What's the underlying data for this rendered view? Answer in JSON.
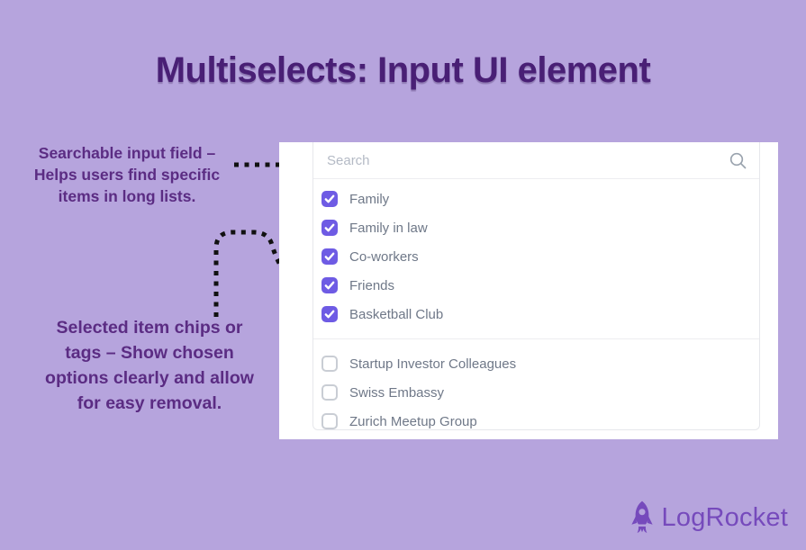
{
  "title": "Multiselects: Input UI element",
  "annotations": {
    "search_note": "Searchable input field –\nHelps users find specific\nitems in long lists.",
    "chips_note": "Selected item chips or\ntags – Show chosen\noptions clearly and allow\nfor easy removal."
  },
  "multiselect": {
    "search": {
      "placeholder": "Search",
      "icon": "magnifier-icon"
    },
    "options": [
      {
        "label": "Family",
        "checked": true
      },
      {
        "label": "Family in law",
        "checked": true
      },
      {
        "label": "Co-workers",
        "checked": true
      },
      {
        "label": "Friends",
        "checked": true
      },
      {
        "label": "Basketball Club",
        "checked": true
      },
      {
        "label": "Startup Investor Colleagues",
        "checked": false
      },
      {
        "label": "Swiss Embassy",
        "checked": false
      },
      {
        "label": "Zurich Meetup Group",
        "checked": false
      }
    ]
  },
  "footer": {
    "brand": "LogRocket",
    "icon": "rocket-icon"
  },
  "colors": {
    "background": "#b6a4dd",
    "title_text": "#491f75",
    "annotation_text": "#5b2c83",
    "checkbox_checked": "#6e5be4",
    "option_text": "#6f7888",
    "brand_purple": "#764abc",
    "panel_background": "#ffffff",
    "arrow_black": "#111111"
  }
}
